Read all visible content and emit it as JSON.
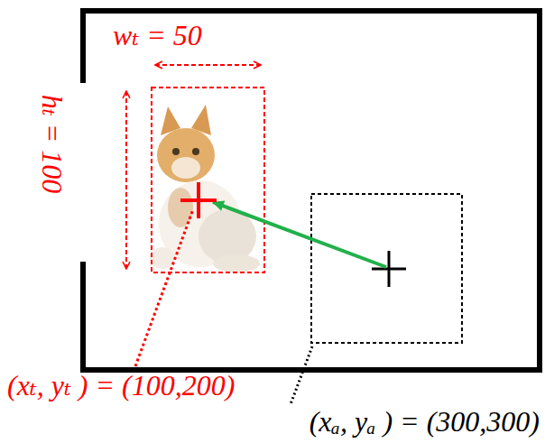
{
  "diagram": {
    "labels": [
      "wₜ = 50",
      "hₜ = 100",
      "(xₜ, yₜ ) = (100,200)",
      "(xₐ, yₐ ) = (300,300)"
    ]
  }
}
